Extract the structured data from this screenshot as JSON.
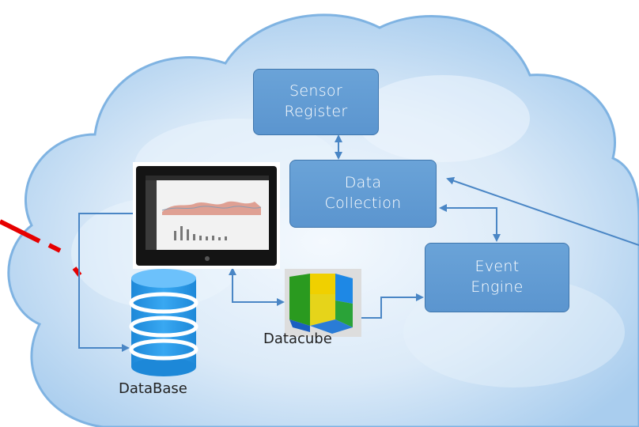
{
  "nodes": {
    "sensor_register": {
      "line1": "Sensor",
      "line2": "Register"
    },
    "data_collection": {
      "line1": "Data",
      "line2": "Collection"
    },
    "event_engine": {
      "line1": "Event",
      "line2": "Engine"
    }
  },
  "labels": {
    "datacube": "Datacube",
    "database": "DataBase"
  },
  "colors": {
    "box_fill": "#5b95cf",
    "box_border": "#3f76ad",
    "connector": "#4a86c5",
    "cloud": "#cfe6f8",
    "database": "#2e9be8",
    "dashed_line": "#e60000"
  }
}
